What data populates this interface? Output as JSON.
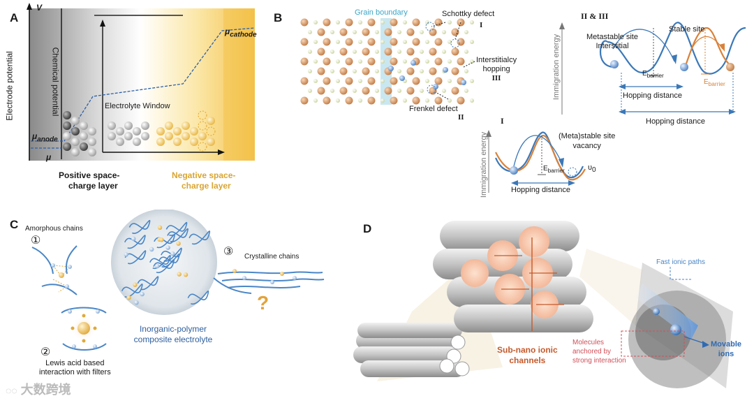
{
  "panelA": {
    "label": "A",
    "v_axis": "V",
    "y_axis": "Electrode potential",
    "chem_potential": "Chemical potential",
    "electrolyte_window": "Electrolyte Window",
    "mu_anode": "μ",
    "mu_anode_sub": "anode",
    "mu_cathode": "μ",
    "mu_cathode_sub": "cathode",
    "mu_bottom": "μ",
    "positive_layer_1": "Positive space-",
    "positive_layer_2": "charge layer",
    "negative_layer_1": "Negative space-",
    "negative_layer_2": "charge layer",
    "negative_color": "#d9a531"
  },
  "panelB": {
    "label": "B",
    "grain_boundary": "Grain boundary",
    "grain_boundary_color": "#3aa6c8",
    "schottky": "Schottky defect",
    "roman_I": "I",
    "interstitialcy_1": "Interstitialcy",
    "interstitialcy_2": "hopping",
    "roman_III": "III",
    "frenkel": "Frenkel defect",
    "roman_II": "II",
    "top_right_title": "II & III",
    "metastable_1": "Metastable site",
    "metastable_2": "Interstitial",
    "stable_site": "Stable site",
    "e_barrier_1": "E",
    "e_barrier_1_sub": "barrier",
    "e_barrier_2": "E",
    "e_barrier_2_sub": "barrier",
    "immigration_energy_1": "Immigration energy",
    "hopping_distance_1": "Hopping distance",
    "hopping_distance_2": "Hopping distance",
    "bottom_title": "I",
    "meta_stable_1": "(Meta)stable site",
    "meta_stable_2": "vacancy",
    "e_barrier_3": "E",
    "e_barrier_3_sub": "barrier",
    "upsilon": "υ",
    "upsilon_sub": "0",
    "immigration_energy_2": "Immigration energy",
    "hopping_distance_3": "Hopping distance",
    "orange": "#d9823a",
    "blue": "#3b78b8"
  },
  "panelC": {
    "label": "C",
    "amorphous": "Amorphous chains",
    "num1": "①",
    "num2": "②",
    "num3": "③",
    "crystalline": "Crystalline chains",
    "composite_1": "Inorganic-polymer",
    "composite_2": "composite electrolyte",
    "lewis_1": "Lewis acid based",
    "lewis_2": "interaction with filters",
    "question": "?",
    "composite_color": "#2e5f9e",
    "question_color": "#e2a33a"
  },
  "panelD": {
    "label": "D",
    "fast_paths": "Fast ionic paths",
    "sub_nano_1": "Sub-nano ionic",
    "sub_nano_2": "channels",
    "molecules_1": "Molecules",
    "molecules_2": "anchored by",
    "molecules_3": "strong interaction",
    "movable_1": "Movable",
    "movable_2": "ions",
    "sub_nano_color": "#c45a2c",
    "molecules_color": "#d0505a",
    "movable_color": "#2f6bb3"
  },
  "watermark": {
    "text": "大数跨境"
  }
}
